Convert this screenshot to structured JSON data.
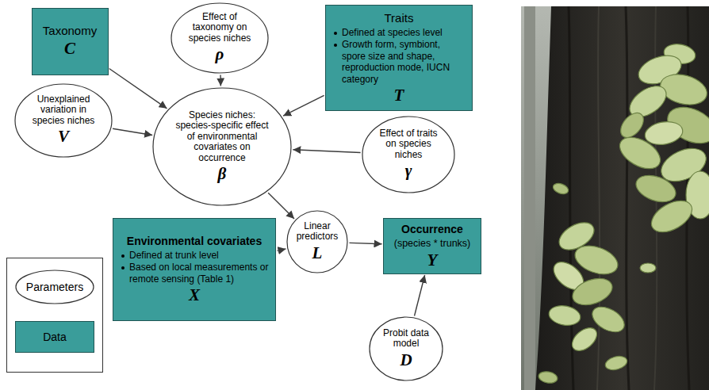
{
  "diagram": {
    "nodes": [
      {
        "text": [
          "Taxonomy",
          "C"
        ]
      },
      {
        "text": [
          "Effect of taxonomy on species niches",
          "ρ"
        ]
      },
      {
        "text": [
          "Traits",
          "Defined at species level",
          "Growth form, symbiont, spore size and shape, reproduction mode, IUCN category",
          "T"
        ]
      },
      {
        "text": [
          "Unexplained variation in species niches",
          "V"
        ]
      },
      {
        "text": [
          "Species niches: species-specific effect of environmental covariates on occurrence",
          "β"
        ]
      },
      {
        "text": [
          "Effect of traits on species niches",
          "γ"
        ]
      },
      {
        "text": [
          "Environmental covariates",
          "Defined at trunk level",
          "Based on local measurements or remote sensing (Table 1)",
          "X"
        ]
      },
      {
        "text": [
          "Linear predictors",
          "L"
        ]
      },
      {
        "text": [
          "Occurrence",
          "(species * trunks)",
          "Y"
        ]
      },
      {
        "text": [
          "Probit data model",
          "D"
        ]
      }
    ],
    "edges": [
      {
        "from": 0,
        "to": 4,
        "arrow": "to"
      },
      {
        "from": 1,
        "to": 4,
        "arrow": "to"
      },
      {
        "from": 2,
        "to": 4,
        "arrow": "to"
      },
      {
        "from": 3,
        "to": 4,
        "arrow": "to"
      },
      {
        "from": 5,
        "to": 4,
        "arrow": "to"
      },
      {
        "from": 4,
        "to": 7,
        "arrow": "to"
      },
      {
        "from": 6,
        "to": 7,
        "arrow": "to"
      },
      {
        "from": 7,
        "to": 8,
        "arrow": "to"
      },
      {
        "from": 9,
        "to": 8,
        "arrow": "to"
      }
    ],
    "legend": [
      {
        "text": "Parameters"
      },
      {
        "text": "Data",
        "color": "#3a9d9a"
      }
    ]
  }
}
